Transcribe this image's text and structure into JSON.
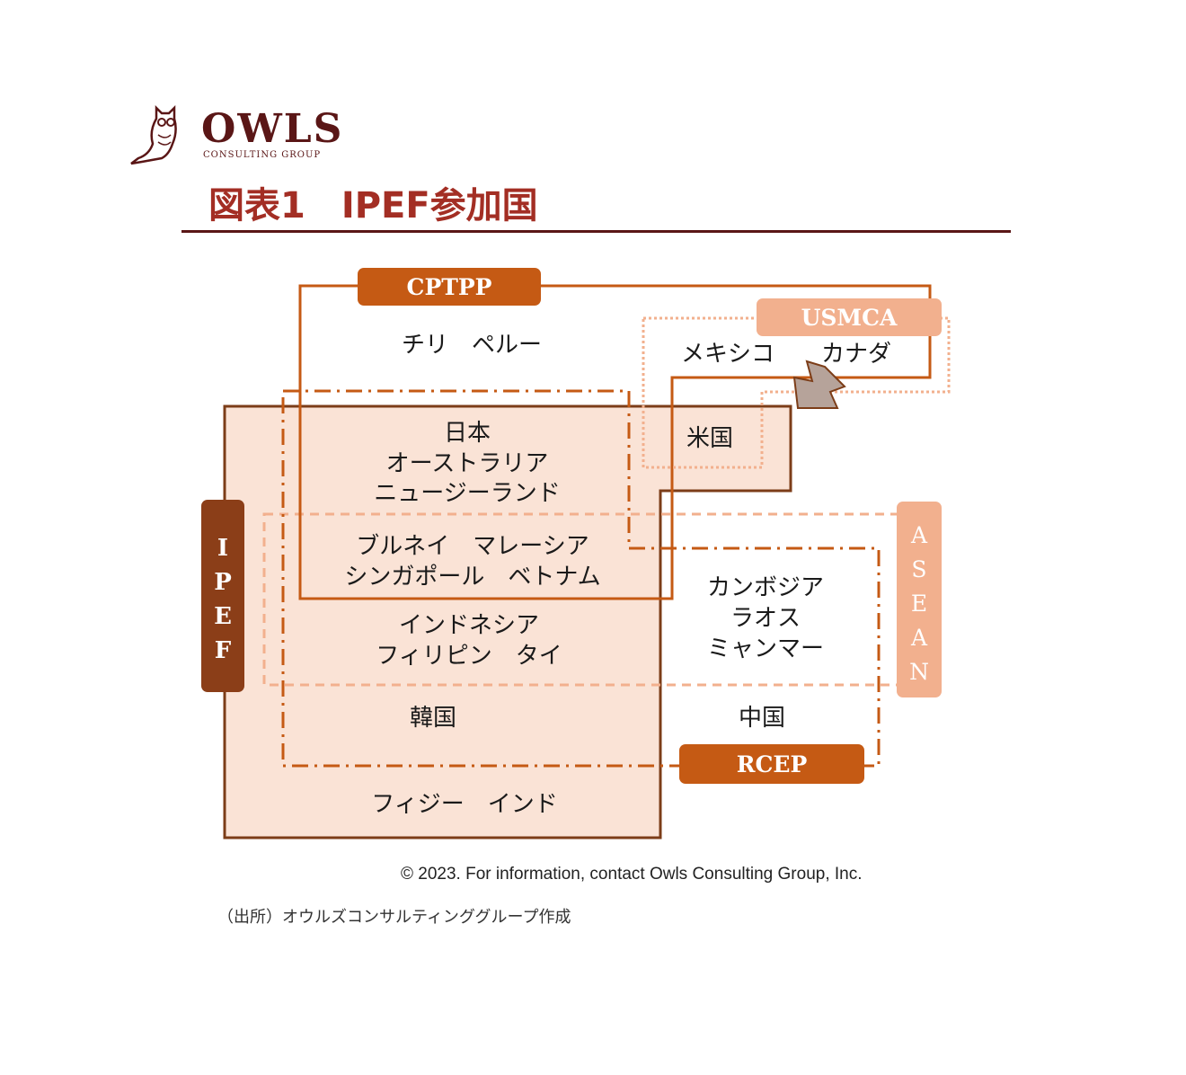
{
  "logo": {
    "name": "OWLS",
    "subtitle": "CONSULTING GROUP"
  },
  "title": "図表1　IPEF参加国",
  "groups": {
    "cptpp": "CPTPP",
    "usmca": "USMCA",
    "ipef": [
      "I",
      "P",
      "E",
      "F"
    ],
    "asean": [
      "A",
      "S",
      "E",
      "A",
      "N"
    ],
    "rcep": "RCEP"
  },
  "countries": {
    "chile_peru": "チリ　ペルー",
    "mexico_canada": "メキシコ　　カナダ",
    "usa": "米国",
    "japan": "日本",
    "australia": "オーストラリア",
    "new_zealand": "ニュージーランド",
    "brunei_malaysia": "ブルネイ　マレーシア",
    "singapore_vietnam": "シンガポール　ベトナム",
    "cambodia": "カンボジア",
    "laos": "ラオス",
    "myanmar": "ミャンマー",
    "indonesia": "インドネシア",
    "philippines_thailand": "フィリピン　タイ",
    "korea": "韓国",
    "china": "中国",
    "fiji_india": "フィジー　インド"
  },
  "colors": {
    "ipef_fill": "#fae3d6",
    "ipef_border": "#7c3d18",
    "cptpp": "#c55a14",
    "usmca": "#f2b08e",
    "asean": "#f2b08e",
    "rcep": "#c55a14",
    "ipef_label": "#8b3e18",
    "title": "#a32e24"
  },
  "copyright": "© 2023. For information, contact Owls Consulting Group, Inc.",
  "source": "（出所）オウルズコンサルティンググループ作成"
}
